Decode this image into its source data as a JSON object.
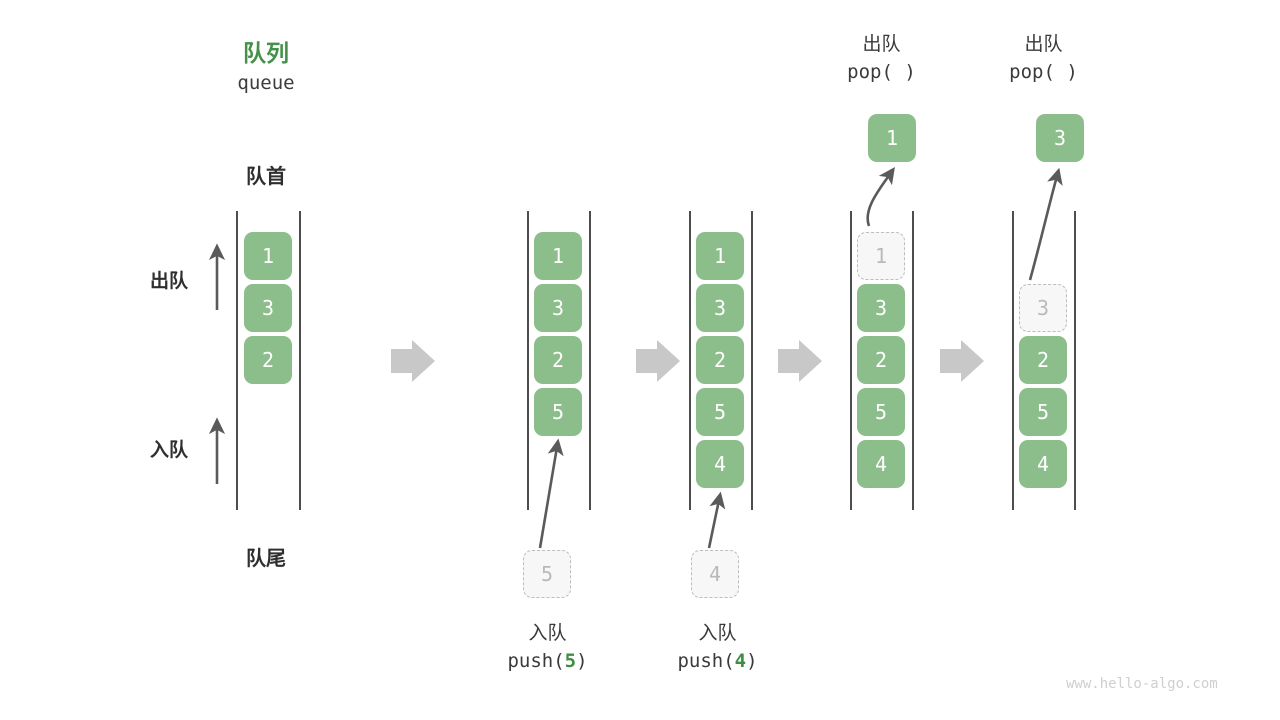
{
  "diagram": {
    "title_cn": "队列",
    "title_en": "queue",
    "front_label": "队首",
    "rear_label": "队尾",
    "dequeue_label": "出队",
    "enqueue_label": "入队",
    "watermark": "www.hello-algo.com",
    "accent_green": "#44914a",
    "cell_green": "#8cbe8c",
    "ghost_gray": "#bdbdbd",
    "arrow_gray": "#c8c8c8",
    "text_dark": "#3a3a3a"
  },
  "columns": [
    {
      "id": "initial",
      "cells": [
        "1",
        "3",
        "2"
      ],
      "ghost_index": -1
    },
    {
      "id": "push5",
      "cells": [
        "1",
        "3",
        "2",
        "5"
      ],
      "ghost_index": -1,
      "caption_cn": "入队",
      "caption_code_prefix": "push(",
      "caption_code_arg": "5",
      "caption_code_suffix": ")",
      "incoming_value": "5"
    },
    {
      "id": "push4",
      "cells": [
        "1",
        "3",
        "2",
        "5",
        "4"
      ],
      "ghost_index": -1,
      "caption_cn": "入队",
      "caption_code_prefix": "push(",
      "caption_code_arg": "4",
      "caption_code_suffix": ")",
      "incoming_value": "4"
    },
    {
      "id": "pop1",
      "cells": [
        "1",
        "3",
        "2",
        "5",
        "4"
      ],
      "ghost_index": 0,
      "header_cn": "出队",
      "header_code": "pop( )",
      "popped_value": "1"
    },
    {
      "id": "pop3",
      "cells": [
        "3",
        "2",
        "5",
        "4"
      ],
      "ghost_index": 0,
      "header_cn": "出队",
      "header_code": "pop( )",
      "popped_value": "3"
    }
  ],
  "separators": [
    {
      "id": "sep-1"
    },
    {
      "id": "sep-2"
    },
    {
      "id": "sep-3"
    },
    {
      "id": "sep-4"
    }
  ]
}
